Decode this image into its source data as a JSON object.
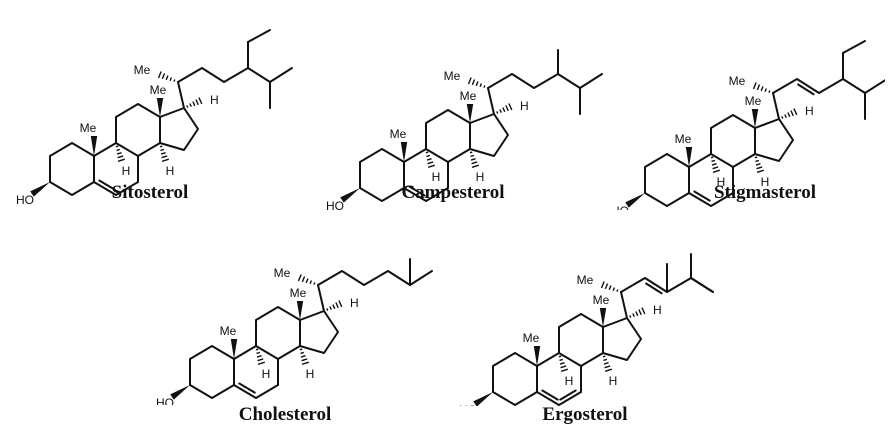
{
  "molecules": [
    {
      "id": "sitosterol",
      "name": "Sitosterol",
      "side": "sito"
    },
    {
      "id": "campesterol",
      "name": "Campesterol",
      "side": "campe"
    },
    {
      "id": "stigmasterol",
      "name": "Stigmasterol",
      "side": "stigma"
    },
    {
      "id": "cholesterol",
      "name": "Cholesterol",
      "side": "chol"
    },
    {
      "id": "ergosterol",
      "name": "Ergosterol",
      "side": "ergo"
    }
  ],
  "labels": {
    "methyl": "Me",
    "hydrogen": "H",
    "hydroxyl": "HO"
  }
}
